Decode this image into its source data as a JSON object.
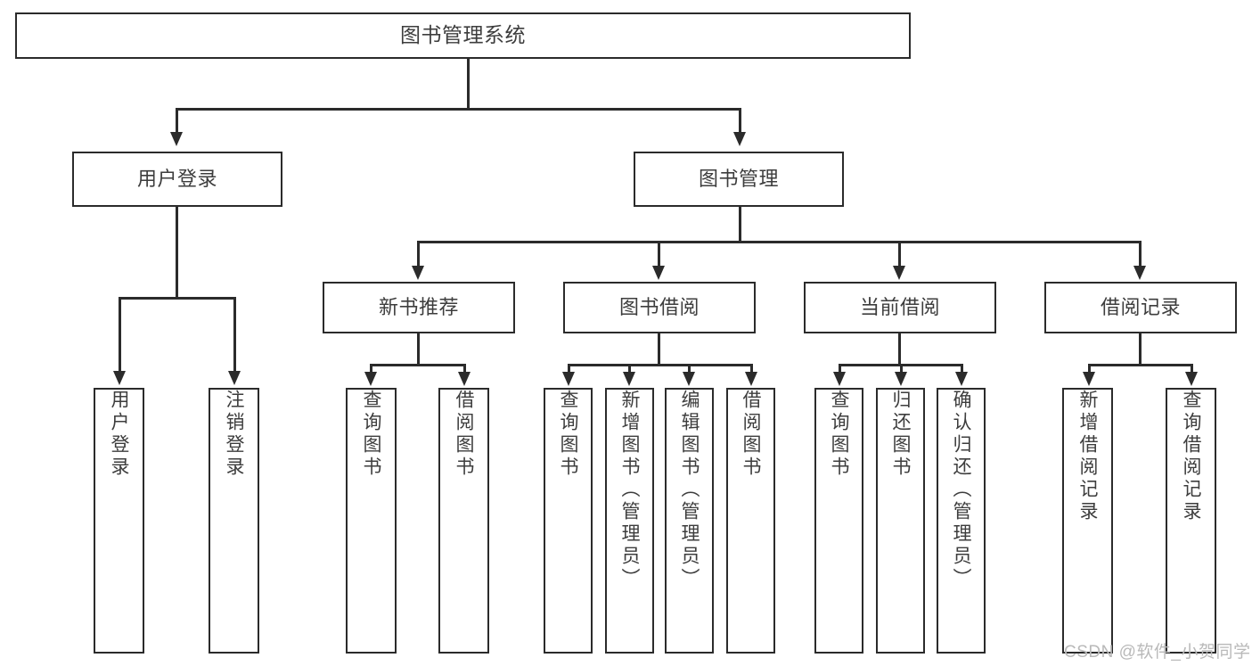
{
  "diagram": {
    "type": "tree-hierarchy-chart",
    "title": "图书管理系统",
    "root": {
      "label": "图书管理系统"
    },
    "level2": [
      {
        "label": "用户登录"
      },
      {
        "label": "图书管理"
      }
    ],
    "level3": [
      {
        "label": "新书推荐"
      },
      {
        "label": "图书借阅"
      },
      {
        "label": "当前借阅"
      },
      {
        "label": "借阅记录"
      }
    ],
    "leaves": {
      "user_login": [
        {
          "label": "用户登录"
        },
        {
          "label": "注销登录"
        }
      ],
      "new_book_recommend": [
        {
          "label": "查询图书"
        },
        {
          "label": "借阅图书"
        }
      ],
      "book_borrow": [
        {
          "label": "查询图书"
        },
        {
          "label": "新增图书（管理员）"
        },
        {
          "label": "编辑图书（管理员）"
        },
        {
          "label": "借阅图书"
        }
      ],
      "current_borrow": [
        {
          "label": "查询图书"
        },
        {
          "label": "归还图书"
        },
        {
          "label": "确认归还（管理员）"
        }
      ],
      "borrow_record": [
        {
          "label": "新增借阅记录"
        },
        {
          "label": "查询借阅记录"
        }
      ]
    }
  },
  "watermark": {
    "text": "CSDN @软件_小贺同学"
  },
  "colors": {
    "stroke": "#2b2b2b",
    "text": "#3d3d3d",
    "background": "#ffffff",
    "watermark": "#b9b9b9"
  }
}
